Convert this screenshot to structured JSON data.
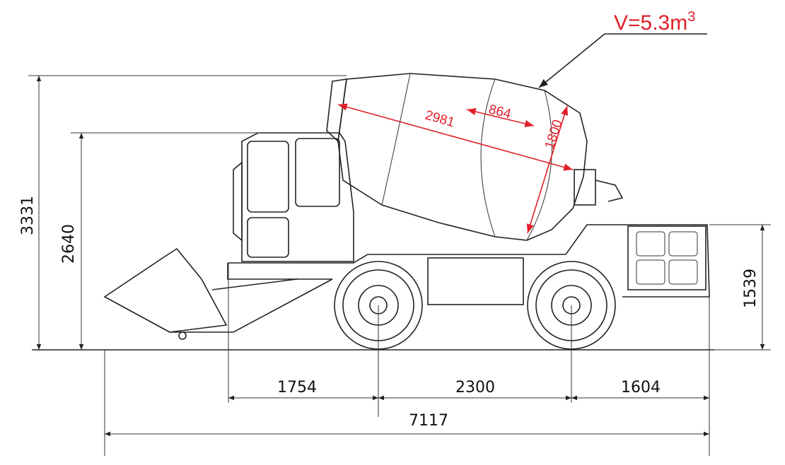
{
  "title": {
    "volume_label": "V=5.3m",
    "volume_exp": "3"
  },
  "drum_dims": {
    "length": "2981",
    "middle": "864",
    "diameter": "1800"
  },
  "heights": {
    "total": "3331",
    "cab": "2640",
    "rear": "1539"
  },
  "lengths": {
    "front": "1754",
    "wheelbase": "2300",
    "rear": "1604",
    "overall": "7117"
  },
  "colors": {
    "annotation": "#e0202a",
    "line": "#222222"
  }
}
